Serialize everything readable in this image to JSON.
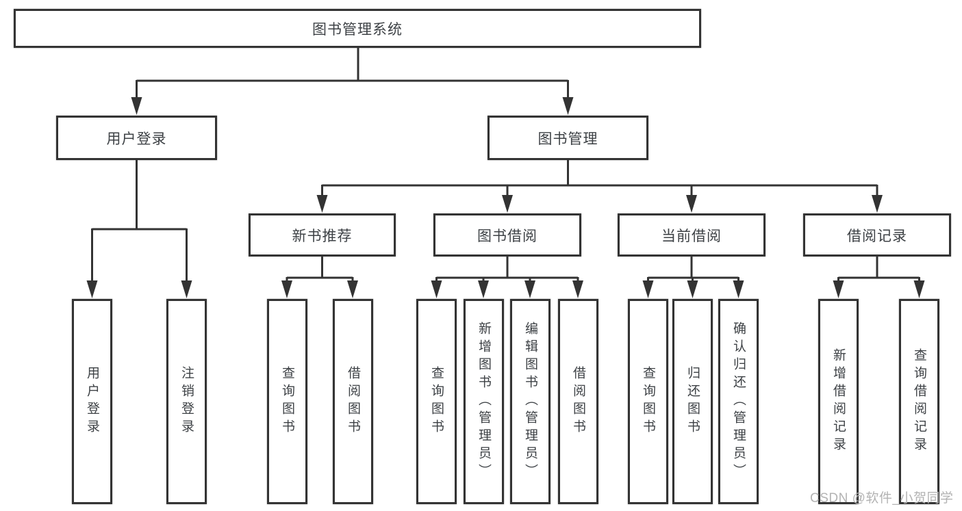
{
  "tree": {
    "root": "图书管理系统",
    "branches": [
      {
        "label": "用户登录",
        "leaves": [
          "用户登录",
          "注销登录"
        ]
      },
      {
        "label": "图书管理",
        "groups": [
          {
            "label": "新书推荐",
            "leaves": [
              "查询图书",
              "借阅图书"
            ]
          },
          {
            "label": "图书借阅",
            "leaves": [
              "查询图书",
              "新增图书（管理员）",
              "编辑图书（管理员）",
              "借阅图书"
            ]
          },
          {
            "label": "当前借阅",
            "leaves": [
              "查询图书",
              "归还图书",
              "确认归还（管理员）"
            ]
          },
          {
            "label": "借阅记录",
            "leaves": [
              "新增借阅记录",
              "查询借阅记录"
            ]
          }
        ]
      }
    ]
  },
  "watermark": {
    "text": "CSDN @软件_小贺同学"
  },
  "colors": {
    "line": "#333333",
    "box_bg": "#ffffff",
    "text": "#3d4145",
    "watermark": "#b3b3b3"
  }
}
